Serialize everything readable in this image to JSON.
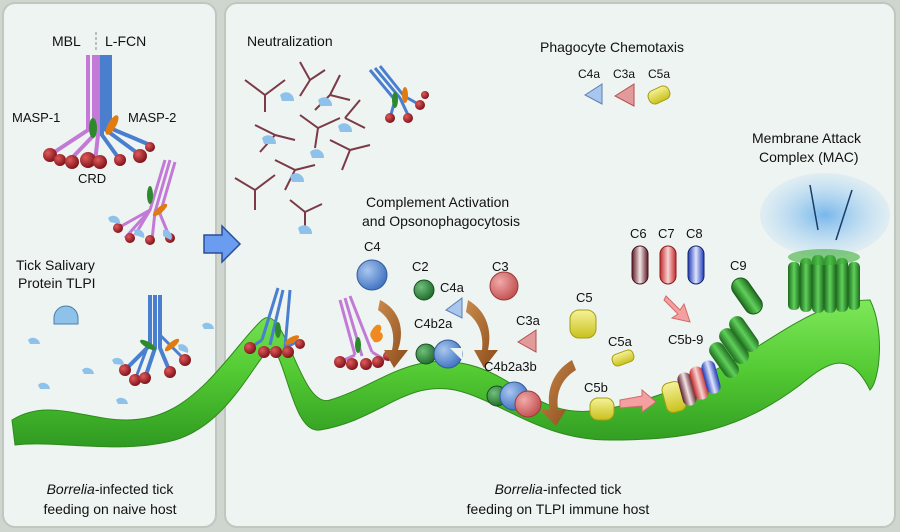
{
  "left_panel": {
    "mbl_label": "MBL",
    "lfcn_label": "L-FCN",
    "masp1_label": "MASP-1",
    "masp2_label": "MASP-2",
    "crd_label": "CRD",
    "tlpi_line1": "Tick Salivary",
    "tlpi_line2": "Protein TLPI",
    "caption_italic": "Borrelia",
    "caption_line1_rest": "-infected tick",
    "caption_line2": "feeding on naive host"
  },
  "right_panel": {
    "neutralization": "Neutralization",
    "chemotaxis_title": "Phagocyte Chemotaxis",
    "chemo_c4a": "C4a",
    "chemo_c3a": "C3a",
    "chemo_c5a": "C5a",
    "mac_line1": "Membrane Attack",
    "mac_line2": "Complex (MAC)",
    "activation_line1": "Complement Activation",
    "activation_line2": "and Opsonophagocytosis",
    "c4": "C4",
    "c2": "C2",
    "c4a": "C4a",
    "c3": "C3",
    "c4b2a": "C4b2a",
    "c3a": "C3a",
    "c4b2a3b": "C4b2a3b",
    "c5": "C5",
    "c5a": "C5a",
    "c5b": "C5b",
    "c6": "C6",
    "c7": "C7",
    "c8": "C8",
    "c9": "C9",
    "c5b9": "C5b-9",
    "caption_italic": "Borrelia",
    "caption_line1_rest": "-infected tick",
    "caption_line2": "feeding on TLPI immune host"
  },
  "colors": {
    "panel_bg": "#eef4f1",
    "spirochete": "#5bd63a",
    "mbl_blue": "#4a7fd0",
    "lfcn_violet": "#c27ad6",
    "masp1": "#2c8a2c",
    "masp2": "#e07b10",
    "crd": "#9a1f25",
    "tlpi": "#8ec2ea",
    "antibody": "#7a3a48",
    "c3_red": "#d96a6a",
    "c5_yellow": "#e2dc3c",
    "mac_green": "#2f9a2f"
  }
}
